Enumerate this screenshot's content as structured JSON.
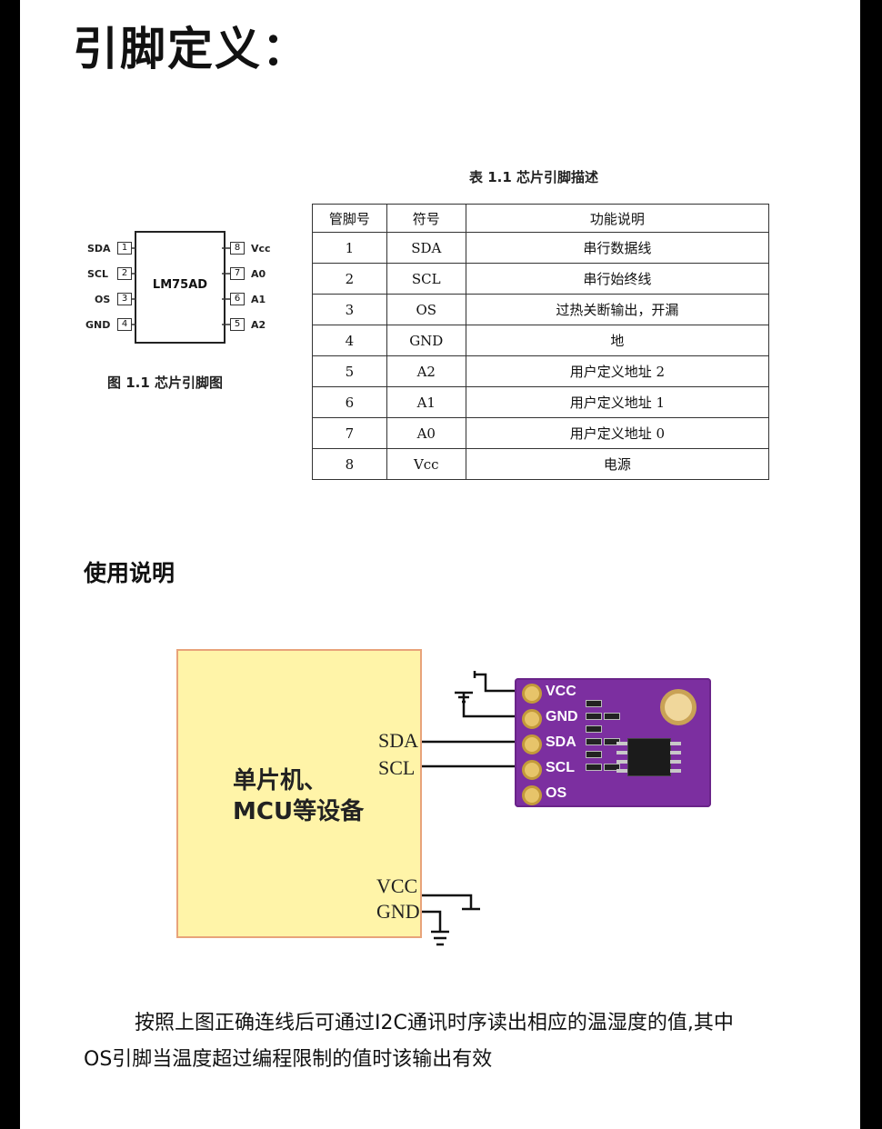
{
  "title": "引脚定义：",
  "pin_figure": {
    "chip_label": "LM75AD",
    "left_pins": [
      {
        "name": "SDA",
        "num": "1"
      },
      {
        "name": "SCL",
        "num": "2"
      },
      {
        "name": "OS",
        "num": "3"
      },
      {
        "name": "GND",
        "num": "4"
      }
    ],
    "right_pins": [
      {
        "num": "8",
        "name": "Vcc"
      },
      {
        "num": "7",
        "name": "A0"
      },
      {
        "num": "6",
        "name": "A1"
      },
      {
        "num": "5",
        "name": "A2"
      }
    ],
    "caption": "图 1.1  芯片引脚图"
  },
  "pin_table": {
    "caption": "表 1.1   芯片引脚描述",
    "headers": [
      "管脚号",
      "符号",
      "功能说明"
    ],
    "rows": [
      [
        "1",
        "SDA",
        "串行数据线"
      ],
      [
        "2",
        "SCL",
        "串行始终线"
      ],
      [
        "3",
        "OS",
        "过热关断输出，开漏"
      ],
      [
        "4",
        "GND",
        "地"
      ],
      [
        "5",
        "A2",
        "用户定义地址 2"
      ],
      [
        "6",
        "A1",
        "用户定义地址 1"
      ],
      [
        "7",
        "A0",
        "用户定义地址 0"
      ],
      [
        "8",
        "Vcc",
        "电源"
      ]
    ]
  },
  "usage_title": "使用说明",
  "wiring": {
    "mcu_label_line1": "单片机、",
    "mcu_label_line2": "MCU等设备",
    "mcu_pins": {
      "sda": "SDA",
      "scl": "SCL",
      "vcc": "VCC",
      "gnd": "GND"
    },
    "module_pins": [
      "VCC",
      "GND",
      "SDA",
      "SCL",
      "OS"
    ],
    "colors": {
      "mcu_fill": "#fff4a8",
      "mcu_border": "#e8a37a",
      "module_fill": "#7c2fa0",
      "pad": "#e7c46a"
    }
  },
  "footer": {
    "line1": "按照上图正确连线后可通过I2C通讯时序读出相应的温湿度的值,其中",
    "line2": "OS引脚当温度超过编程限制的值时该输出有效"
  }
}
